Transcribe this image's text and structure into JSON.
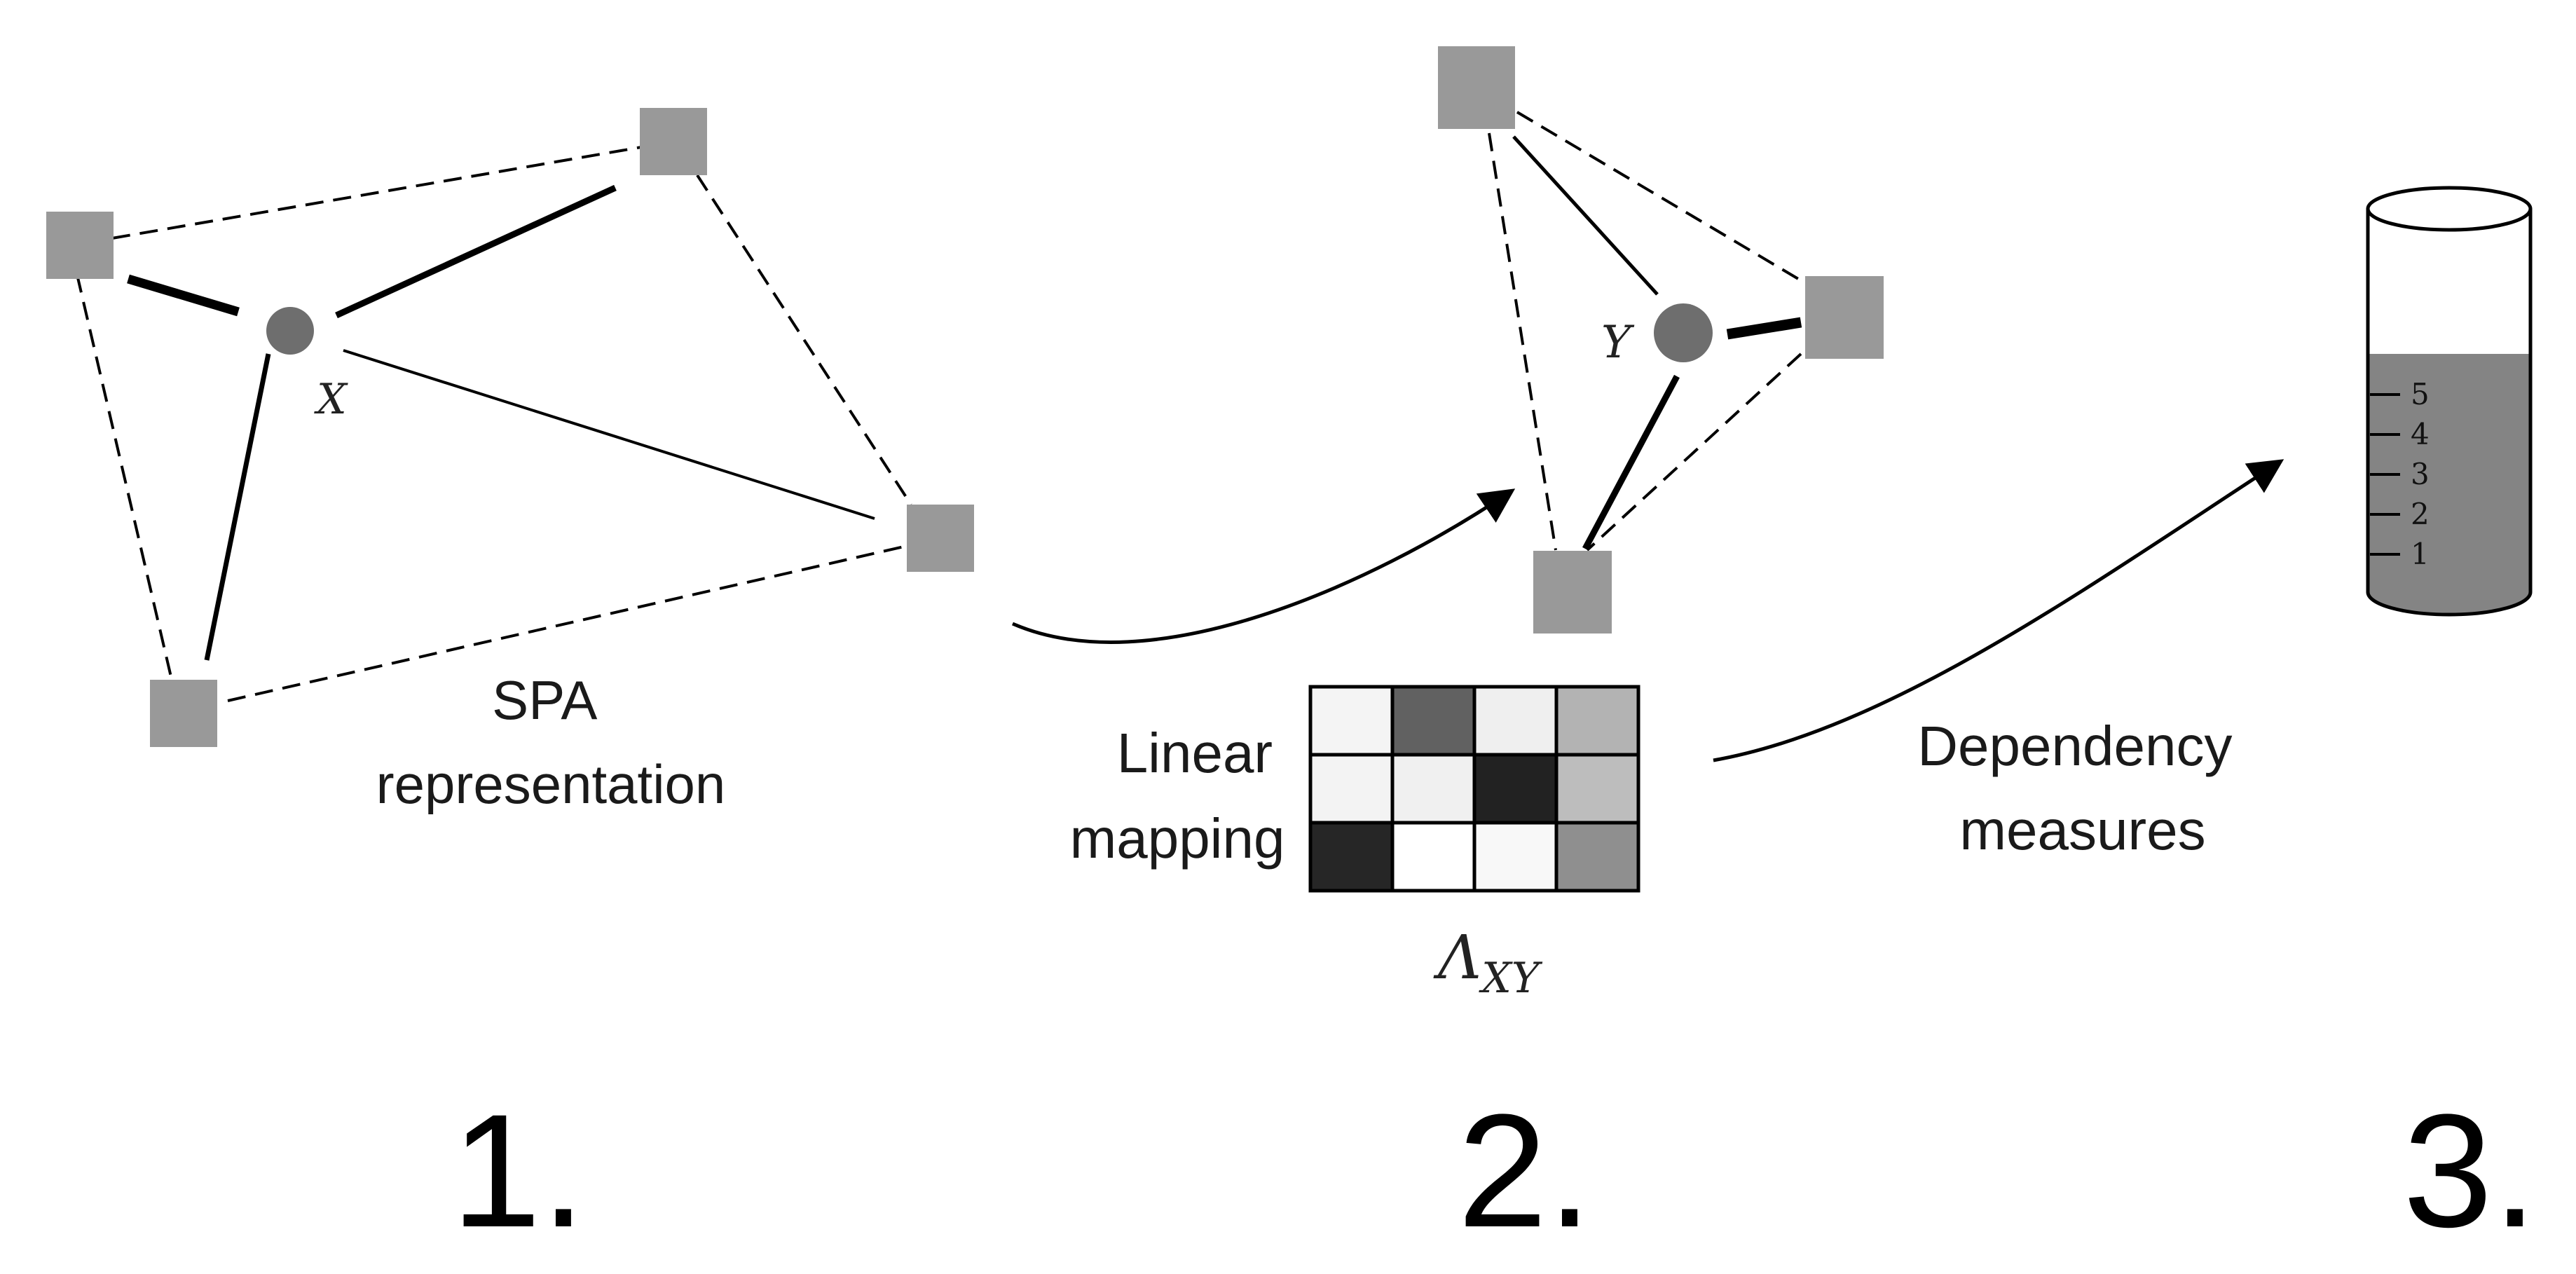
{
  "labels": {
    "step1": "SPA\nrepresentation",
    "step2": "Linear\nmapping",
    "step3": "Dependency\nmeasures",
    "node_x": "X",
    "node_y": "Y",
    "matrix": "Λ",
    "matrix_sub": "XY"
  },
  "step_numbers": [
    "1.",
    "2.",
    "3."
  ],
  "cylinder_ticks": [
    "5",
    "4",
    "3",
    "2",
    "1"
  ],
  "matrix_cells": [
    [
      "#f4f4f4",
      "#616161",
      "#efefef",
      "#b3b3b3"
    ],
    [
      "#f3f3f3",
      "#f0f0f0",
      "#222222",
      "#bdbdbd"
    ],
    [
      "#262626",
      "#ffffff",
      "#f8f8f8",
      "#8f8f8f"
    ]
  ],
  "colors": {
    "square": "#999999",
    "circle": "#6e6e6e",
    "fill": "#848484",
    "line": "#000000"
  }
}
